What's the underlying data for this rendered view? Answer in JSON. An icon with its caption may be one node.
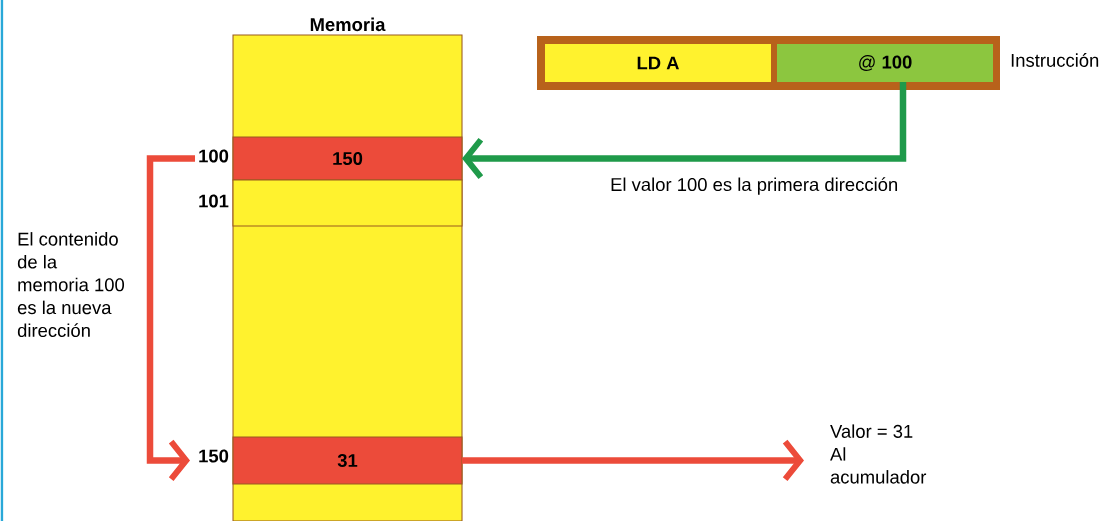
{
  "diagram": {
    "nodes": [
      {
        "text": [
          "Memoria"
        ]
      },
      {
        "text": [
          "150"
        ],
        "beside": [
          "100"
        ],
        "in": 0
      },
      {
        "text": [],
        "shape": "box",
        "beside": [
          "101"
        ],
        "in": 0
      },
      {
        "text": [
          "31"
        ],
        "beside": [
          "150"
        ],
        "in": 0
      },
      {
        "text": [],
        "shape": "box",
        "beside": [
          "Instrucción"
        ]
      },
      {
        "text": [
          "LD A"
        ],
        "in": 4
      },
      {
        "text": [
          "@ **100**"
        ],
        "in": 4
      },
      {
        "text": [
          "Valor = 31 Al acumulador"
        ]
      }
    ],
    "edges": [
      {
        "from": 6,
        "to": 1,
        "arrow": "to",
        "color": "#1f9a4a",
        "label": "El valor 100 es la primera dirección"
      },
      {
        "from": 1,
        "to": 3,
        "arrow": "to",
        "label": "El contenido de la memoria 100 es la nueva dirección"
      },
      {
        "from": 3,
        "to": 7,
        "arrow": "to"
      }
    ]
  }
}
